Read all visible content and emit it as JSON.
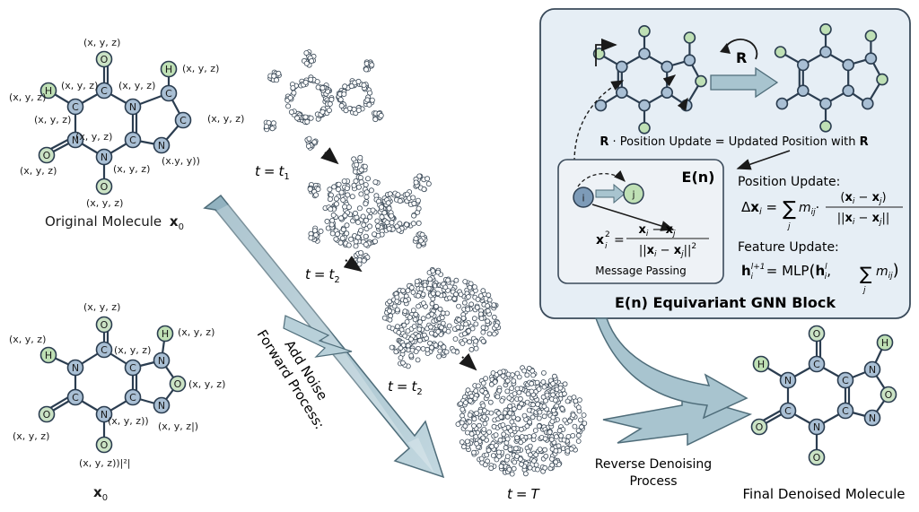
{
  "molecule_top": {
    "caption": "Original Molecule",
    "caption_symbol": "x",
    "caption_sub": "0",
    "coords": [
      {
        "key": "c1",
        "text": "(x, y, z)"
      },
      {
        "key": "c2",
        "text": "(x, y, z)"
      },
      {
        "key": "c3",
        "text": "(x, y, z)"
      },
      {
        "key": "c4",
        "text": "(x, y, z)"
      },
      {
        "key": "c5",
        "text": "(x, y, z)"
      },
      {
        "key": "c6",
        "text": "(x, y, z)"
      },
      {
        "key": "c7",
        "text": "(x, y, z)"
      },
      {
        "key": "c8",
        "text": "(x, y, z)"
      },
      {
        "key": "c9",
        "text": "(x, y, z)"
      },
      {
        "key": "c10",
        "text": "(x, y, z)"
      },
      {
        "key": "c11",
        "text": "(x, y, z)"
      },
      {
        "key": "c12",
        "text": "(x, y, z)"
      },
      {
        "key": "c13",
        "text": "(x.y, y))"
      }
    ]
  },
  "molecule_bottom": {
    "caption_symbol": "x",
    "caption_sub": "0",
    "coords": [
      {
        "key": "d1",
        "text": "(x, y, z)"
      },
      {
        "key": "d2",
        "text": "(x, y, z)"
      },
      {
        "key": "d3",
        "text": "(x, y, z)"
      },
      {
        "key": "d4",
        "text": "(x, y, z)"
      },
      {
        "key": "d5",
        "text": "(x, y, z)"
      },
      {
        "key": "d6",
        "text": "(x, y, z))"
      },
      {
        "key": "d7",
        "text": "(x, y, z|)"
      },
      {
        "key": "d8",
        "text": "(x, y, z)"
      },
      {
        "key": "d9",
        "text": "(x, y, z))|²|"
      }
    ]
  },
  "atoms": {
    "C": "C",
    "N": "N",
    "O": "O",
    "H": "H"
  },
  "time_labels": {
    "t1": {
      "lhs": "t",
      "eq": "=",
      "rhs": "t",
      "sub": "1"
    },
    "t2a": {
      "lhs": "t",
      "eq": "=",
      "rhs": "t",
      "sub": "2"
    },
    "t2b": {
      "lhs": "t",
      "eq": "=",
      "rhs": "t",
      "sub": "2"
    },
    "tT": {
      "lhs": "t",
      "eq": "=",
      "rhs": "T",
      "sub": ""
    }
  },
  "forward": {
    "line1": "Forward Process:",
    "line2": "Add Noise"
  },
  "reverse": {
    "line1": "Reverse Denoising",
    "line2": "Process"
  },
  "final_caption": "Final Denoised Molecule",
  "gnn_block": {
    "title": "E(n) Equivariant GNN Block",
    "rotation_label": "R",
    "position_update_caption": {
      "bold": "R",
      "text": " · Position Update = Updated Position with ",
      "bold2": "R"
    },
    "inner_title": "E(n)",
    "node_i": "i",
    "node_j": "j",
    "message_passing": "Message Passing",
    "inner_formula": "x²ᵢ = (xᵢ − xⱼ) / ||xᵢ − xⱼ||²",
    "position_update_title": "Position Update:",
    "position_update_formula": "Δxᵢ = Σⱼ mᵢⱼ · (xᵢ − xⱼ) / ||xᵢ − xⱼ||",
    "feature_update_title": "Feature Update:",
    "feature_update_formula": "hᵢˡ⁺¹ = MLP(hᵢˡ, Σⱼ mᵢⱼ)"
  },
  "colors": {
    "atom_fill": "#a9bfd4",
    "h_fill": "#bfe0b5",
    "o_fill": "#cbe3c5",
    "bond": "#2b3d50",
    "arrow_fill": "#a8c4cf",
    "arrow_stroke": "#4f6d7a",
    "panel_fill": "#e6eef5",
    "panel_stroke": "#3a4a5a",
    "cloud": "#8ea1b2"
  }
}
